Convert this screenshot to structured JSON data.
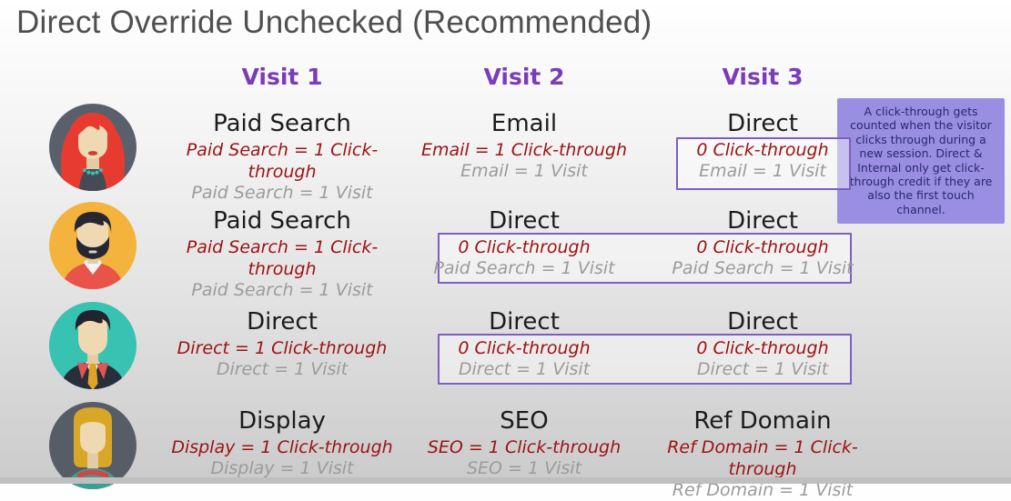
{
  "slide": {
    "title": "Direct Override Unchecked (Recommended)"
  },
  "columns": [
    "Visit 1",
    "Visit 2",
    "Visit 3"
  ],
  "note": {
    "text": "A click-through gets counted when the visitor clicks through during a new session. Direct & Internal only get click-through credit if they are also the first touch channel."
  },
  "colors": {
    "title": "#4f4f4f",
    "header": "#7a3cb8",
    "channel": "#1c1c1c",
    "click": "#9c1212",
    "visit": "#9b9b9b",
    "box_border": "#7e5ec2",
    "box_fill": "rgba(255,255,255,0.45)",
    "note_bg": "#9a8ee2",
    "note_text": "#28286e"
  },
  "rows": [
    {
      "avatar": "woman-redhair",
      "cells": [
        {
          "channel": "Paid Search",
          "click": "Paid Search = 1 Click-through",
          "visit": "Paid Search = 1 Visit"
        },
        {
          "channel": "Email",
          "click": "Email = 1 Click-through",
          "visit": "Email = 1 Visit"
        },
        {
          "channel": "Direct",
          "click": "0 Click-through",
          "visit": "Email = 1 Visit",
          "boxed": true
        }
      ]
    },
    {
      "avatar": "man-beard",
      "box_span": "visit2-visit3",
      "cells": [
        {
          "channel": "Paid Search",
          "click": "Paid Search = 1 Click-through",
          "visit": "Paid Search = 1 Visit"
        },
        {
          "channel": "Direct",
          "click": "0 Click-through",
          "visit": "Paid Search = 1 Visit",
          "boxed": true
        },
        {
          "channel": "Direct",
          "click": "0 Click-through",
          "visit": "Paid Search = 1 Visit",
          "boxed": true
        }
      ]
    },
    {
      "avatar": "man-suit",
      "box_span": "visit2-visit3",
      "cells": [
        {
          "channel": "Direct",
          "click": "Direct = 1 Click-through",
          "visit": "Direct = 1 Visit"
        },
        {
          "channel": "Direct",
          "click": "0 Click-through",
          "visit": "Direct = 1 Visit",
          "boxed": true
        },
        {
          "channel": "Direct",
          "click": "0 Click-through",
          "visit": "Direct = 1 Visit",
          "boxed": true
        }
      ]
    },
    {
      "avatar": "woman-blonde",
      "cells": [
        {
          "channel": "Display",
          "click": "Display = 1 Click-through",
          "visit": "Display = 1 Visit"
        },
        {
          "channel": "SEO",
          "click": "SEO = 1 Click-through",
          "visit": "SEO = 1 Visit"
        },
        {
          "channel": "Ref Domain",
          "click": "Ref Domain = 1 Click-through",
          "visit": "Ref Domain = 1 Visit"
        }
      ]
    }
  ]
}
